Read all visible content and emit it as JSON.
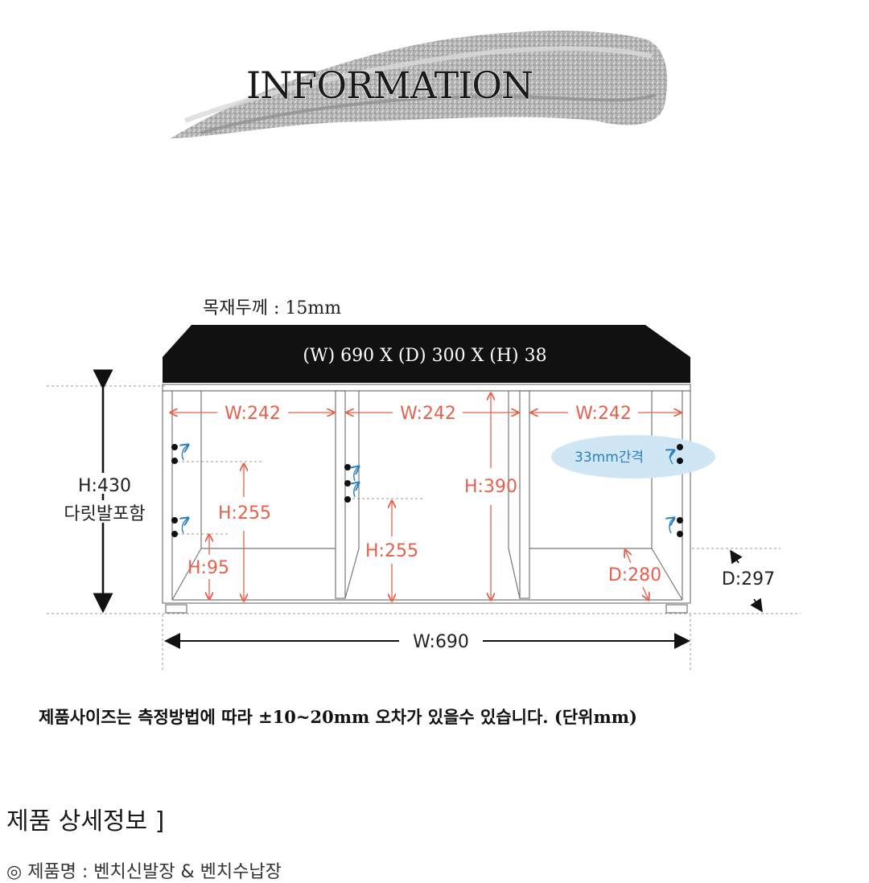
{
  "header": {
    "title": "INFORMATION"
  },
  "diagram": {
    "material_thickness": "목재두께 : 15mm",
    "top_board": "(W) 690 X (D) 300 X (H) 38",
    "total_height": "H:430",
    "height_note": "다릿발포함",
    "compartment_widths": [
      "W:242",
      "W:242",
      "W:242"
    ],
    "left_heights": [
      "H:255",
      "H:95"
    ],
    "middle_height": "H:255",
    "inner_height": "H:390",
    "inner_depth": "D:280",
    "outer_depth": "D:297",
    "total_width": "W:690",
    "spacing_note": "33mm간격",
    "colors": {
      "dimension": "#e8604c",
      "spacing": "#2a7fc0",
      "bubble": "#cfe6f5",
      "top": "#111111"
    }
  },
  "notice": "제품사이즈는 측정방법에 따라 ±10~20mm 오차가 있을수 있습니다. (단위mm)",
  "section": {
    "title": "제품 상세정보 ]"
  },
  "detail_line": "◎ 제품명 : 벤치신발장 & 벤치수납장"
}
